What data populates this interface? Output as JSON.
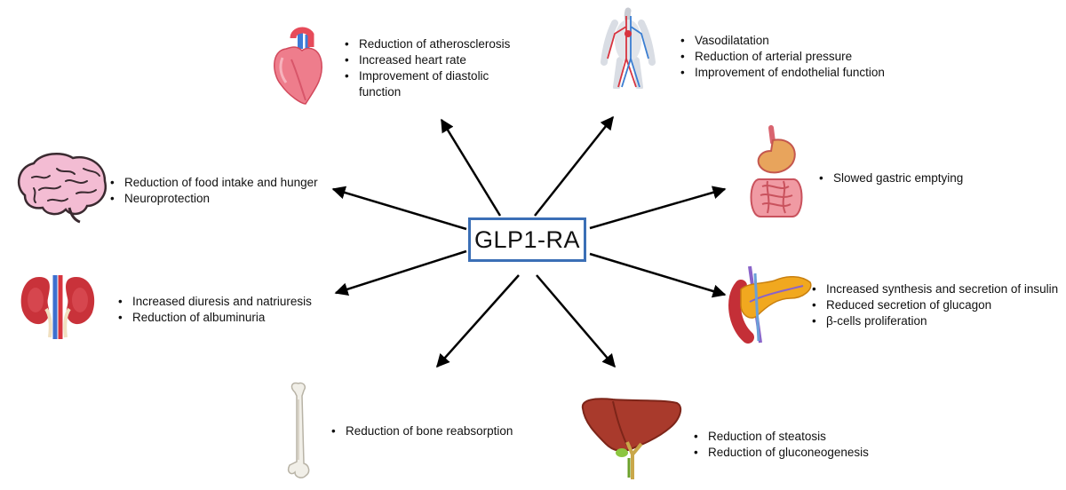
{
  "center": {
    "label": "GLP1-RA"
  },
  "organs": [
    {
      "id": "heart",
      "icon": "heart-icon",
      "effects": [
        "Reduction of atherosclerosis",
        "Increased heart rate",
        "Improvement of diastolic function"
      ]
    },
    {
      "id": "vessels",
      "icon": "blood-vessels-icon",
      "effects": [
        "Vasodilatation",
        "Reduction of arterial pressure",
        "Improvement of endothelial function"
      ]
    },
    {
      "id": "brain",
      "icon": "brain-icon",
      "effects": [
        "Reduction of food intake and hunger",
        "Neuroprotection"
      ]
    },
    {
      "id": "gut",
      "icon": "stomach-intestine-icon",
      "effects": [
        "Slowed gastric emptying"
      ]
    },
    {
      "id": "kidney",
      "icon": "kidney-icon",
      "effects": [
        "Increased diuresis and natriuresis",
        "Reduction of albuminuria"
      ]
    },
    {
      "id": "pancreas",
      "icon": "pancreas-icon",
      "effects": [
        "Increased synthesis and secretion of insulin",
        "Reduced secretion of glucagon",
        "β-cells proliferation"
      ]
    },
    {
      "id": "bone",
      "icon": "bone-icon",
      "effects": [
        "Reduction of bone reabsorption"
      ]
    },
    {
      "id": "liver",
      "icon": "liver-icon",
      "effects": [
        "Reduction of steatosis",
        "Reduction of gluconeogenesis"
      ]
    }
  ],
  "colors": {
    "box_border": "#3b6fb6",
    "arrow": "#000000",
    "text": "#111111"
  }
}
